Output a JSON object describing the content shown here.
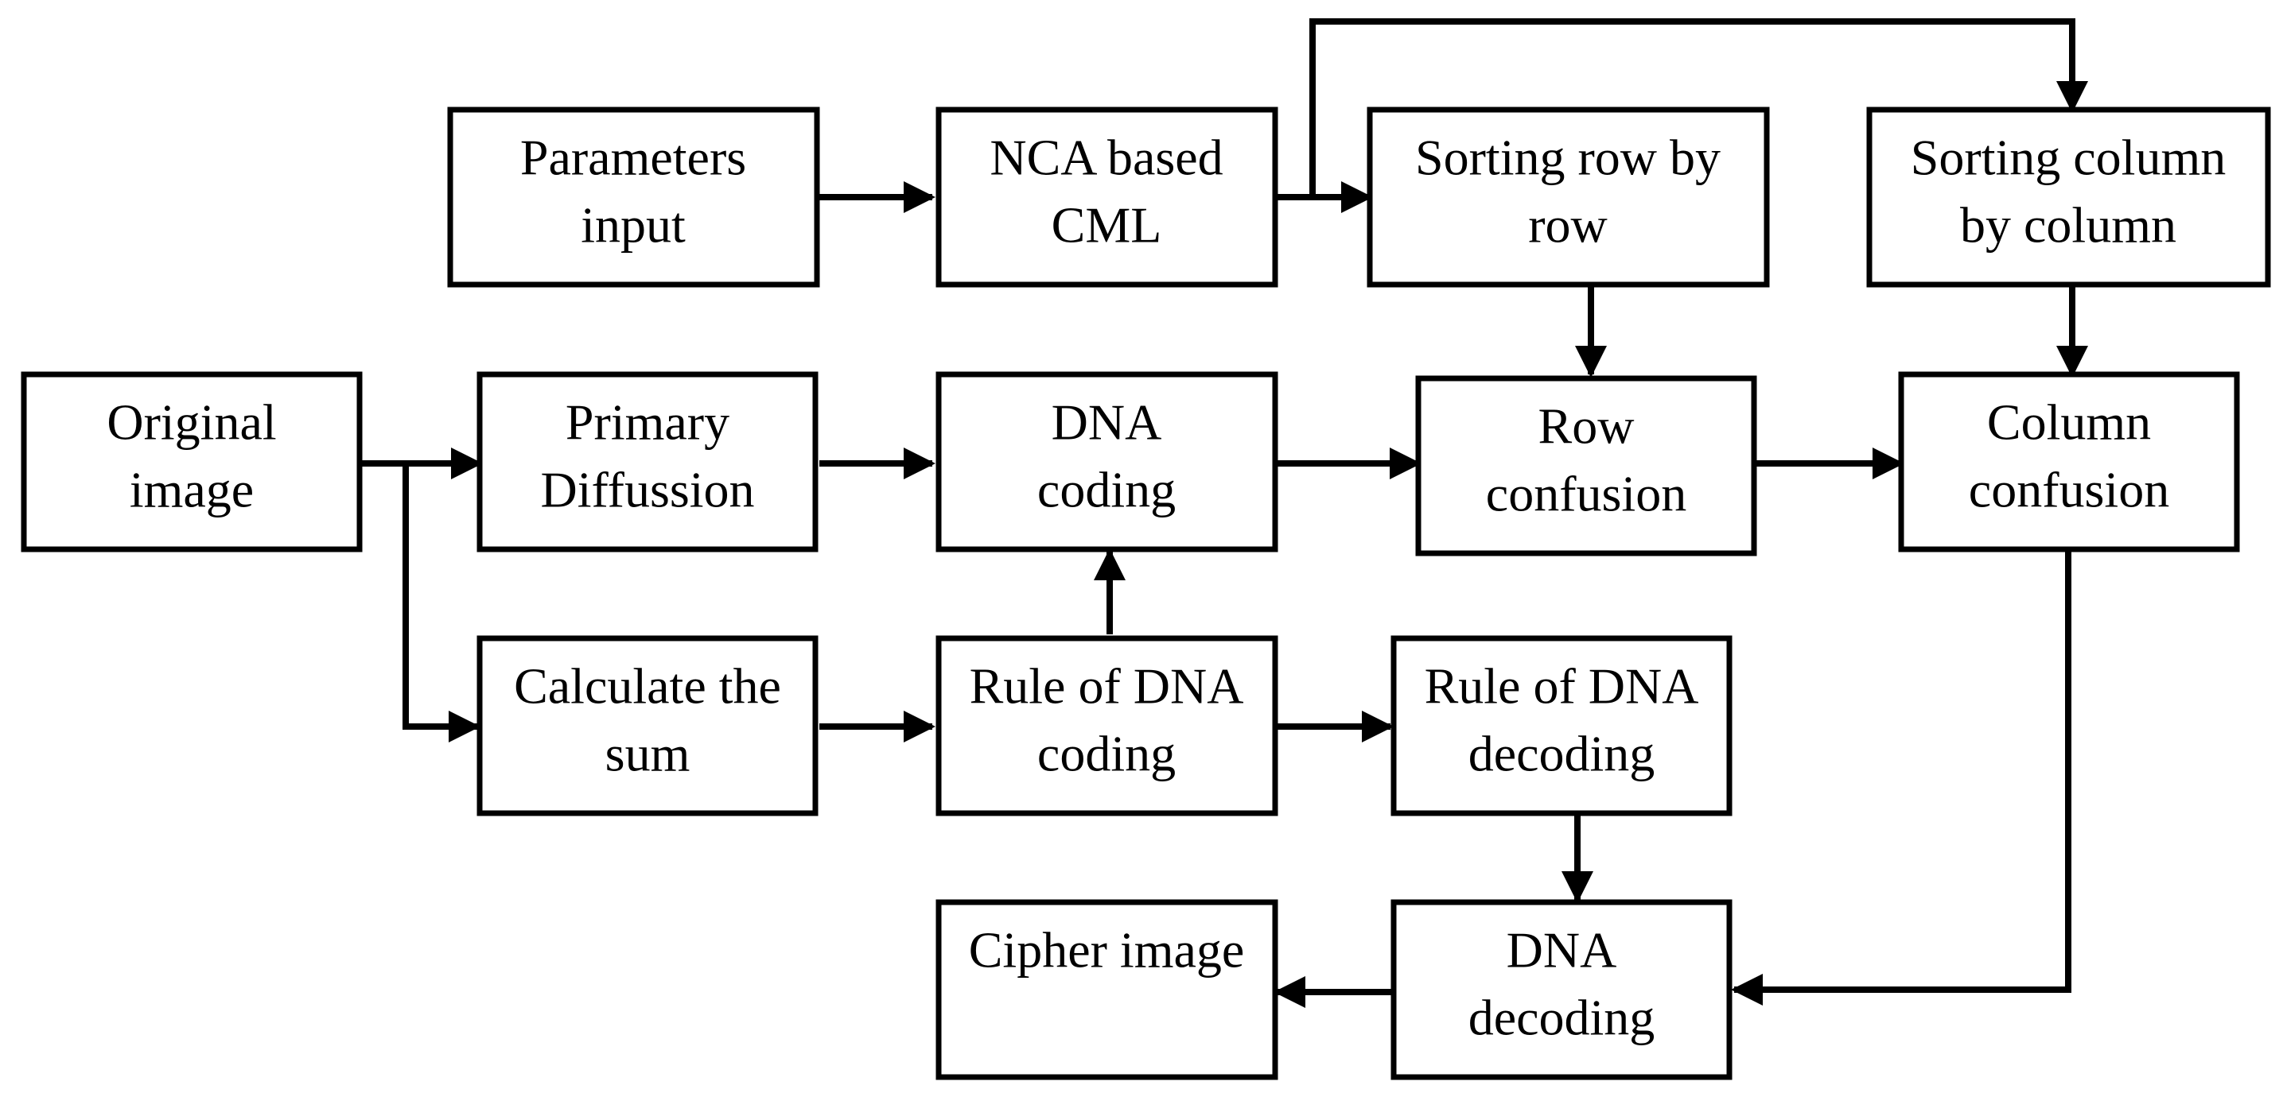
{
  "nodes": {
    "parameters_input": [
      "Parameters",
      "input"
    ],
    "nca_cml": [
      "NCA based",
      "CML"
    ],
    "sort_row": [
      "Sorting row by",
      "row"
    ],
    "sort_col": [
      "Sorting column",
      "by column"
    ],
    "original_image": [
      "Original",
      "image"
    ],
    "primary_diffusion": [
      "Primary",
      "Diffussion"
    ],
    "dna_coding": [
      "DNA",
      "coding"
    ],
    "row_confusion": [
      "Row",
      "confusion"
    ],
    "column_confusion": [
      "Column",
      "confusion"
    ],
    "calculate_sum": [
      "Calculate the",
      "sum"
    ],
    "rule_dna_coding": [
      "Rule of DNA",
      "coding"
    ],
    "rule_dna_decoding": [
      "Rule of DNA",
      "decoding"
    ],
    "cipher_image": [
      "Cipher image"
    ],
    "dna_decoding": [
      "DNA",
      "decoding"
    ]
  },
  "edges": [
    [
      "parameters_input",
      "nca_cml"
    ],
    [
      "nca_cml",
      "sort_row"
    ],
    [
      "nca_cml",
      "sort_col"
    ],
    [
      "sort_row",
      "row_confusion"
    ],
    [
      "sort_col",
      "column_confusion"
    ],
    [
      "original_image",
      "primary_diffusion"
    ],
    [
      "original_image",
      "calculate_sum"
    ],
    [
      "primary_diffusion",
      "dna_coding"
    ],
    [
      "dna_coding",
      "row_confusion"
    ],
    [
      "row_confusion",
      "column_confusion"
    ],
    [
      "calculate_sum",
      "rule_dna_coding"
    ],
    [
      "rule_dna_coding",
      "dna_coding"
    ],
    [
      "rule_dna_coding",
      "rule_dna_decoding"
    ],
    [
      "rule_dna_decoding",
      "dna_decoding"
    ],
    [
      "column_confusion",
      "dna_decoding"
    ],
    [
      "dna_decoding",
      "cipher_image"
    ]
  ]
}
